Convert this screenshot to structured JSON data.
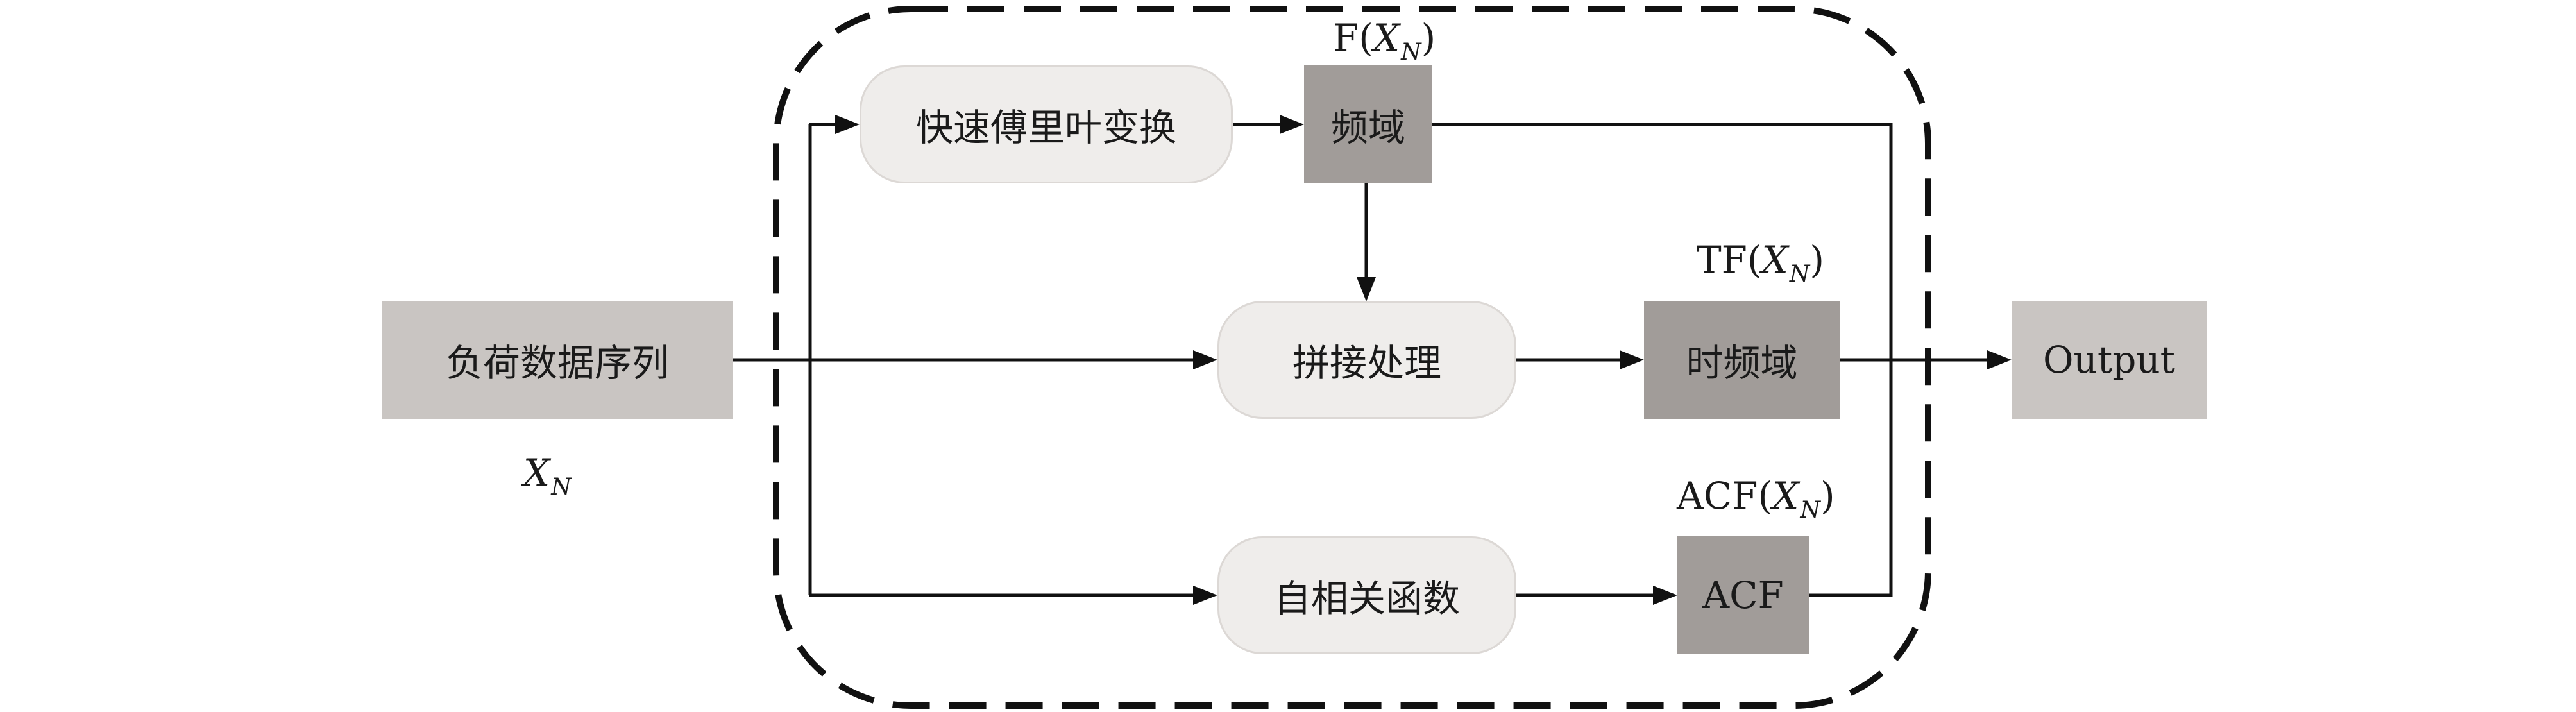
{
  "colors": {
    "input_fill": "#c9c5c2",
    "process_fill": "#efedeb",
    "domain_fill": "#a19c99",
    "output_fill": "#c9c5c2",
    "line": "#111111"
  },
  "input": {
    "box_label": "负荷数据序列",
    "symbol_base": "X",
    "symbol_sub": "N"
  },
  "processes": {
    "fft": "快速傅里叶变换",
    "concat": "拼接处理",
    "autocorr": "自相关函数"
  },
  "domains": {
    "freq": {
      "box_label": "频域",
      "tag_prefix": "F(",
      "tag_base": "X",
      "tag_sub": "N",
      "tag_suffix": ")"
    },
    "timefreq": {
      "box_label": "时频域",
      "tag_prefix": "TF(",
      "tag_base": "X",
      "tag_sub": "N",
      "tag_suffix": ")"
    },
    "acf": {
      "box_label": "ACF",
      "tag_prefix": "ACF(",
      "tag_base": "X",
      "tag_sub": "N",
      "tag_suffix": ")"
    }
  },
  "output": {
    "box_label": "Output"
  }
}
